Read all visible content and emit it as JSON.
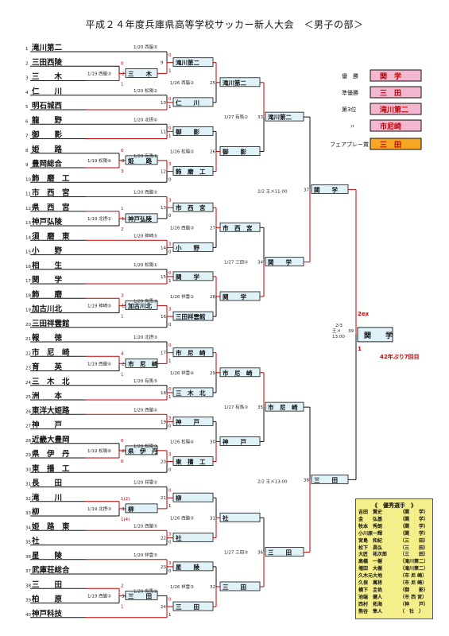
{
  "title": "平成２４年度兵庫県高等学校サッカー新人大会　＜男子の部＞",
  "teams": [
    {
      "num": "1",
      "name": "滝川第二"
    },
    {
      "num": "2",
      "name": "三田西陵"
    },
    {
      "num": "3",
      "name": "三　　木"
    },
    {
      "num": "4",
      "name": "仁　　川"
    },
    {
      "num": "5",
      "name": "明石城西"
    },
    {
      "num": "6",
      "name": "龍　　野"
    },
    {
      "num": "7",
      "name": "御　　影"
    },
    {
      "num": "8",
      "name": "姫　　路"
    },
    {
      "num": "9",
      "name": "豊岡総合"
    },
    {
      "num": "10",
      "name": "飾　磨　工"
    },
    {
      "num": "11",
      "name": "市　西　宮"
    },
    {
      "num": "12",
      "name": "県　西　宮"
    },
    {
      "num": "13",
      "name": "神戸弘陵"
    },
    {
      "num": "14",
      "name": "須　磨　東"
    },
    {
      "num": "15",
      "name": "小　　野"
    },
    {
      "num": "16",
      "name": "相　　生"
    },
    {
      "num": "17",
      "name": "関　　学"
    },
    {
      "num": "18",
      "name": "飾　　磨"
    },
    {
      "num": "19",
      "name": "加古川北"
    },
    {
      "num": "20",
      "name": "三田祥雲館"
    },
    {
      "num": "21",
      "name": "報　　徳"
    },
    {
      "num": "22",
      "name": "市　尼　崎"
    },
    {
      "num": "23",
      "name": "育　　英"
    },
    {
      "num": "24",
      "name": "三　木　北"
    },
    {
      "num": "25",
      "name": "洲　　本"
    },
    {
      "num": "26",
      "name": "東洋大姫路"
    },
    {
      "num": "27",
      "name": "神　　戸"
    },
    {
      "num": "28",
      "name": "近畿大豊岡"
    },
    {
      "num": "29",
      "name": "県　伊　丹"
    },
    {
      "num": "30",
      "name": "東　播　工"
    },
    {
      "num": "31",
      "name": "長　　田"
    },
    {
      "num": "32",
      "name": "滝　　川"
    },
    {
      "num": "33",
      "name": "柳"
    },
    {
      "num": "34",
      "name": "姫　路　東"
    },
    {
      "num": "35",
      "name": "社"
    },
    {
      "num": "36",
      "name": "星　　陵"
    },
    {
      "num": "37",
      "name": "武庫荘総合"
    },
    {
      "num": "38",
      "name": "三　　田"
    },
    {
      "num": "39",
      "name": "柏　　原"
    },
    {
      "num": "40",
      "name": "神戸科技"
    }
  ],
  "r1": [
    {
      "winner": "三　　木",
      "date": "1/19 西脇③",
      "num": "2",
      "s1": "0",
      "s2": "1"
    },
    {
      "winner": "姫　　路",
      "date": "1/19 松陽④",
      "num": "8",
      "s1": "0",
      "s2": "3"
    },
    {
      "winner": "神戸弘陵",
      "date": "1/19 北摂①",
      "num": "12",
      "s1": "1",
      "s2": "2"
    },
    {
      "winner": "加古川北",
      "date": "1/19 神崎⑤",
      "num": "19",
      "s1": "3",
      "s2": "1"
    },
    {
      "winner": "市　尼　崎",
      "date": "1/19 西脇④",
      "num": "22",
      "s1": "4",
      "s2": "1"
    },
    {
      "winner": "県　伊　丹",
      "date": "1/19 松陽⑥",
      "num": "28",
      "s1": "0",
      "s2": "6"
    },
    {
      "winner": "柳",
      "date": "1/19 北摂③",
      "num": "32",
      "s1": "1(2)",
      "s2": "1(4)"
    },
    {
      "winner": "三　　田",
      "date": "1/19 西脇②",
      "num": "38",
      "s1": "2",
      "s2": "1"
    }
  ],
  "r2": [
    {
      "winner": "滝川第二",
      "date": "1/20 西脇⑤",
      "num": "9"
    },
    {
      "winner": "仁　　川",
      "date": "1/20 松陽②",
      "num": "10"
    },
    {
      "winner": "御　　影",
      "date": "1/20 北摂④",
      "num": "11"
    },
    {
      "winner": "飾　磨　工",
      "date": "1/20 有馬①",
      "num": "12"
    },
    {
      "winner": "市　西　宮",
      "date": "1/20 西脇②",
      "num": "13"
    },
    {
      "winner": "小　　野",
      "date": "1/20 神崎⑤",
      "num": "14"
    },
    {
      "winner": "関　　学",
      "date": "1/20 松陽①",
      "num": "15"
    },
    {
      "winner": "三田祥雲館",
      "date": "1/20 有馬③",
      "num": "16"
    },
    {
      "winner": "市　尼　崎",
      "date": "1/20 北摂③",
      "num": "17"
    },
    {
      "winner": "三　木　北",
      "date": "1/20 有馬⑤",
      "num": "18"
    },
    {
      "winner": "神　　戸",
      "date": "1/20 西脇④",
      "num": "19"
    },
    {
      "winner": "東　播　工",
      "date": "1/20 松陽③",
      "num": "20"
    },
    {
      "winner": "柳",
      "date": "1/20 祥雲②",
      "num": "21"
    },
    {
      "winner": "社",
      "date": "1/20 西脇⑤",
      "num": "22"
    },
    {
      "winner": "星　　陵",
      "date": "1/20 祥雲⑤",
      "num": "23"
    },
    {
      "winner": "三　　田",
      "date": "1/20 有馬②",
      "num": "24"
    }
  ],
  "r3": [
    {
      "winner": "滝川第二",
      "date": "1/26 西脇②",
      "num": "25"
    },
    {
      "winner": "御　　影",
      "date": "1/26 松陽②",
      "num": "26"
    },
    {
      "winner": "市　西　宮",
      "date": "1/26 西脇③",
      "num": "27"
    },
    {
      "winner": "関　　学",
      "date": "1/26 祥雲②",
      "num": "28"
    },
    {
      "winner": "市　尼　崎",
      "date": "1/26 祥雲④",
      "num": "29"
    },
    {
      "winner": "神　　戸",
      "date": "1/26 松陽④",
      "num": "30"
    },
    {
      "winner": "社",
      "date": "1/26 西脇⑤",
      "num": "31"
    },
    {
      "winner": "三　　田",
      "date": "1/26 祥雲⑤",
      "num": "32"
    }
  ],
  "r4": [
    {
      "winner": "滝川第二",
      "date": "1/27 有馬②",
      "num": "33"
    },
    {
      "winner": "関　　学",
      "date": "1/27 三田②",
      "num": "34"
    },
    {
      "winner": "市　尼　崎",
      "date": "1/27 有馬③",
      "num": "35"
    },
    {
      "winner": "三　　田",
      "date": "1/27 三田③",
      "num": "36"
    }
  ],
  "r5": [
    {
      "winner": "関　　学",
      "date": "2/2 王メ11:00",
      "num": "37"
    },
    {
      "winner": "三　　田",
      "date": "2/2 王メ13:00",
      "num": "38"
    }
  ],
  "final": {
    "winner": "関　　学",
    "date_line1": "2/3",
    "date_line2": "王メ",
    "date_line3": "13:00",
    "num": "39",
    "score_w": "2ex",
    "score_l": "1",
    "note": "42年ぶり7回目"
  },
  "results": [
    {
      "label": "優　勝",
      "team": "関　学",
      "color": "#f3b8cf"
    },
    {
      "label": "準優勝",
      "team": "三　田",
      "color": "#f3b8cf"
    },
    {
      "label": "第3位",
      "team": "滝川第二",
      "color": "#f3b8cf"
    },
    {
      "label": "〃",
      "team": "市尼崎",
      "color": "#f3b8cf"
    },
    {
      "label": "フェアプレー賞",
      "team": "三　田",
      "color": "#f6a623"
    }
  ],
  "best_players": {
    "title": "《　優秀選手　》",
    "players": [
      {
        "name": "吉田　賢史",
        "team": "（関　　学）"
      },
      {
        "name": "金　　弘基",
        "team": "（関　　学）"
      },
      {
        "name": "牧本　秀朗",
        "team": "（関　　学）"
      },
      {
        "name": "小川原一輝",
        "team": "（関　　学）"
      },
      {
        "name": "宮島　和紀",
        "team": "（三　　田）"
      },
      {
        "name": "松下　昌弘",
        "team": "（三　　田）"
      },
      {
        "name": "大匠　祐次郎",
        "team": "（三　　田）"
      },
      {
        "name": "高橋　一樹",
        "team": "（滝川第二）"
      },
      {
        "name": "増田　大樹",
        "team": "（滝川第二）"
      },
      {
        "name": "久木元大地",
        "team": "（市 尼 崎）"
      },
      {
        "name": "久保　萬将",
        "team": "（市 尼 崎）"
      },
      {
        "name": "横下　圭佑",
        "team": "（御　　影）"
      },
      {
        "name": "池端　健人",
        "team": "（市 西 宮）"
      },
      {
        "name": "西村　拓海",
        "team": "（神　　戸）"
      },
      {
        "name": "熊谷　隼人",
        "team": "（　社　）"
      }
    ]
  }
}
